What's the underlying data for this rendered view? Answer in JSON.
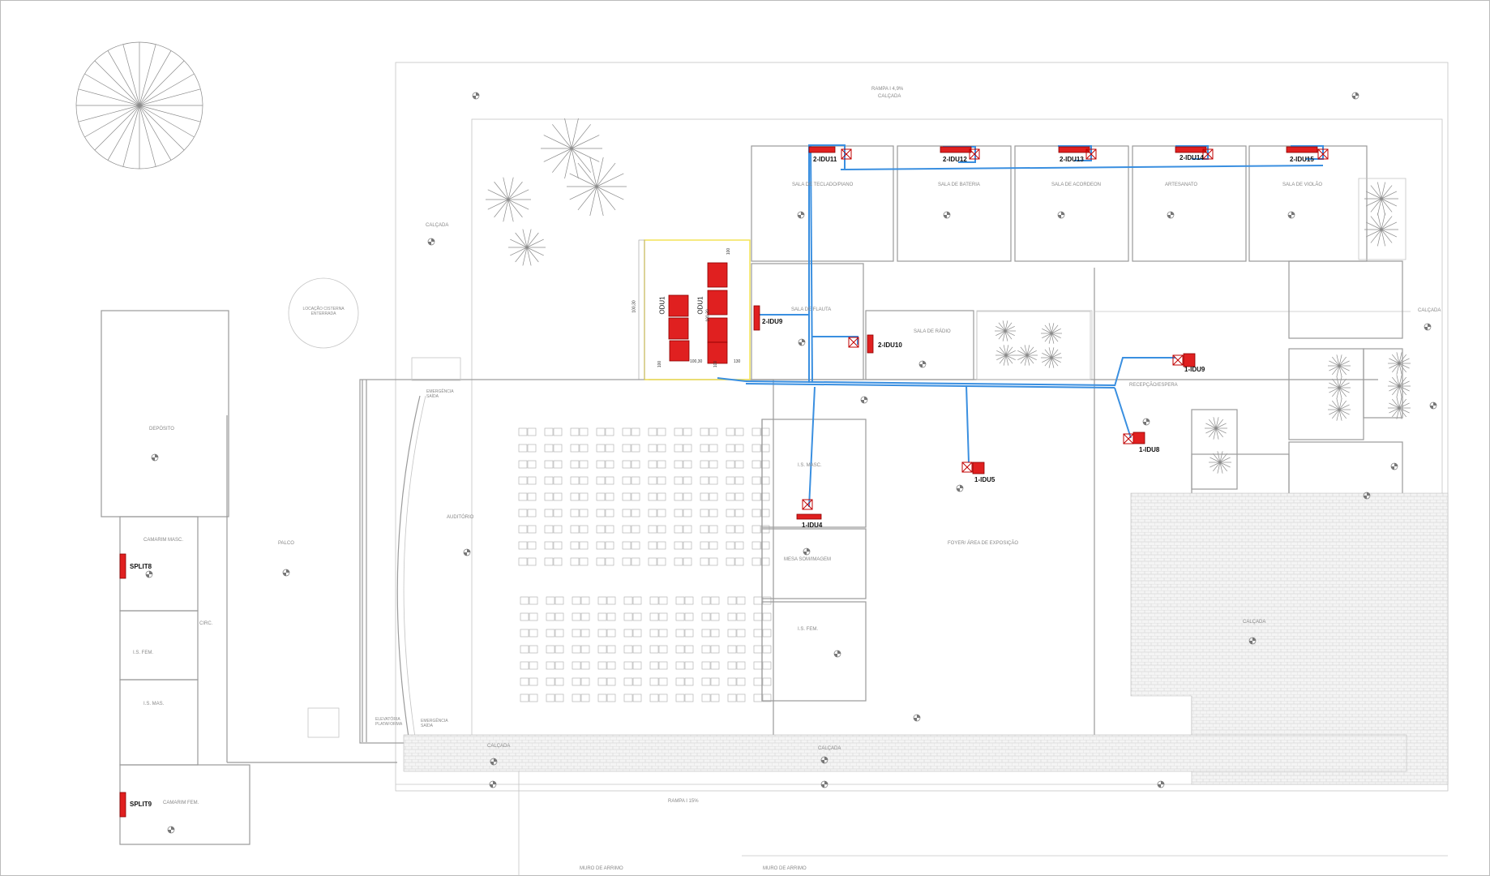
{
  "plan": {
    "rooms": [
      {
        "id": "rampa-top",
        "label": "RAMPA I 4,9%"
      },
      {
        "id": "calcada-top",
        "label": "CALÇADA"
      },
      {
        "id": "calcada-left",
        "label": "CALÇADA"
      },
      {
        "id": "calcada-right",
        "label": "CALÇADA"
      },
      {
        "id": "locacao-cisterna",
        "label": "LOCAÇÃO CISTERNA ENTERRADA"
      },
      {
        "id": "deposito",
        "label": "DEPÓSITO"
      },
      {
        "id": "camarim-masc",
        "label": "CAMARIM MASC."
      },
      {
        "id": "circ",
        "label": "CIRC."
      },
      {
        "id": "is-fem-left",
        "label": "I.S. FEM."
      },
      {
        "id": "is-mas-left",
        "label": "I.S. MAS."
      },
      {
        "id": "camarim-fem",
        "label": "CAMARIM FEM."
      },
      {
        "id": "palco",
        "label": "PALCO"
      },
      {
        "id": "auditorio",
        "label": "AUDITÓRIO"
      },
      {
        "id": "sala-teclado",
        "label": "SALA DE TECLADO/PIANO"
      },
      {
        "id": "sala-bateria",
        "label": "SALA DE BATERIA"
      },
      {
        "id": "sala-acordeon",
        "label": "SALA DE ACORDEON"
      },
      {
        "id": "artesanato",
        "label": "ARTESANATO"
      },
      {
        "id": "sala-violao",
        "label": "SALA DE VIOLÃO"
      },
      {
        "id": "sala-flauta",
        "label": "SALA DE FLAUTA"
      },
      {
        "id": "sala-radio",
        "label": "SALA DE RÁDIO"
      },
      {
        "id": "recepcao",
        "label": "RECEPÇÃO/ESPERA"
      },
      {
        "id": "is-masc-center",
        "label": "I.S. MASC."
      },
      {
        "id": "mesa-som",
        "label": "MESA SOM/IMAGEM"
      },
      {
        "id": "is-fem-center",
        "label": "I.S. FEM."
      },
      {
        "id": "foyer",
        "label": "FOYER/ ÁREA DE EXPOSIÇÃO"
      },
      {
        "id": "calcada-paving",
        "label": "CALÇADA"
      },
      {
        "id": "rampa-bottom",
        "label": "RAMPA I 15%"
      },
      {
        "id": "muro-1",
        "label": "MURO DE ARRIMO"
      },
      {
        "id": "muro-2",
        "label": "MURO DE ARRIMO"
      },
      {
        "id": "calcada-b1",
        "label": "CALÇADA"
      },
      {
        "id": "calcada-b2",
        "label": "CALÇADA"
      },
      {
        "id": "elevatoria",
        "label": "ELEVATÓRIA PLATAFORMA"
      },
      {
        "id": "emergencia-b",
        "label": "EMERGÊNCIA SAÍDA"
      },
      {
        "id": "emergencia-t",
        "label": "EMERGÊNCIA SAÍDA"
      }
    ],
    "units": [
      {
        "id": "2-IDU11",
        "label": "2-IDU11"
      },
      {
        "id": "2-IDU12",
        "label": "2-IDU12"
      },
      {
        "id": "2-IDU13",
        "label": "2-IDU13"
      },
      {
        "id": "2-IDU14",
        "label": "2-IDU14"
      },
      {
        "id": "2-IDU15",
        "label": "2-IDU15"
      },
      {
        "id": "2-IDU9",
        "label": "2-IDU9"
      },
      {
        "id": "2-IDU10",
        "label": "2-IDU10"
      },
      {
        "id": "1-IDU9",
        "label": "1-IDU9"
      },
      {
        "id": "1-IDU8",
        "label": "1-IDU8"
      },
      {
        "id": "1-IDU5",
        "label": "1-IDU5"
      },
      {
        "id": "1-IDU4",
        "label": "1-IDU4"
      },
      {
        "id": "SPLIT8",
        "label": "SPLIT8"
      },
      {
        "id": "SPLIT9",
        "label": "SPLIT9"
      }
    ],
    "odu_labels": [
      "ODU1",
      "ODU1"
    ],
    "dims": [
      "100",
      "100",
      "100",
      "100,30",
      "100,30",
      "130",
      "100,30"
    ],
    "colors": {
      "pipe": "#3a8fe0",
      "unit": "#e02020",
      "wall": "#9a9a9a",
      "highlight": "#f2e04a"
    }
  }
}
